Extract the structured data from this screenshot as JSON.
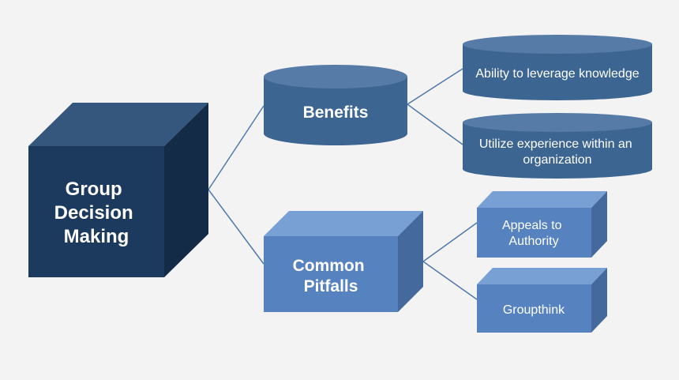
{
  "diagram": {
    "root": {
      "lines": [
        "Group",
        "Decision",
        "Making"
      ]
    },
    "benefits": {
      "label": "Benefits",
      "items": [
        {
          "lines": [
            "Ability to leverage knowledge"
          ]
        },
        {
          "lines": [
            "Utilize experience within an",
            "organization"
          ]
        }
      ]
    },
    "pitfalls": {
      "lines": [
        "Common",
        "Pitfalls"
      ],
      "items": [
        {
          "lines": [
            "Appeals to",
            "Authority"
          ]
        },
        {
          "lines": [
            "Groupthink"
          ]
        }
      ]
    },
    "colors": {
      "background": "#f3f3f3",
      "root_front": "#1c3a5e",
      "root_top": "#35567d",
      "root_side": "#142b47",
      "cylinder_body": "#3d6592",
      "cylinder_top": "#557ba6",
      "box_front": "#5683c0",
      "box_top": "#79a0d4",
      "box_side": "#44699d",
      "connector": "#4f79ad"
    }
  }
}
